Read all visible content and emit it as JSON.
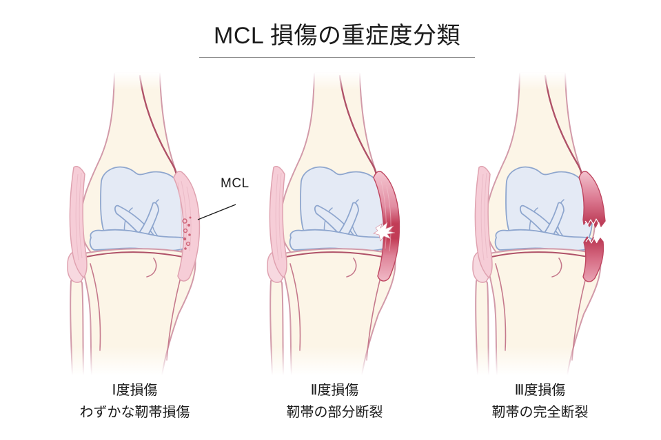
{
  "header": {
    "title": "MCL 損傷の重症度分類"
  },
  "annotation": {
    "mcl_label": "MCL"
  },
  "panels": [
    {
      "grade_label": "Ⅰ度損傷",
      "description": "わずかな靭帯損傷",
      "severity": "minor-ligament-damage"
    },
    {
      "grade_label": "Ⅱ度損傷",
      "description": "靭帯の部分断裂",
      "severity": "partial-tear"
    },
    {
      "grade_label": "Ⅲ度損傷",
      "description": "靭帯の完全断裂",
      "severity": "complete-tear"
    }
  ],
  "colors": {
    "background": "#ffffff",
    "title-text": "#1b1b1b",
    "underline": "#8f8f8f",
    "caption-text": "#1a1a1a",
    "pointer": "#1a1a1a",
    "bone-fill": "#FCF5E7",
    "bone-outline": "#D29AA9",
    "bone-ridge": "#AF5168",
    "bone-detail": "#C5798C",
    "cartilage-fill": "#E4EAF5",
    "cartilage-outline": "#8EA6CE",
    "ligament-pink": "#F6CDD7",
    "ligament-outline": "#DFA2B0",
    "ligament-stria": "#E9B9C5",
    "speckle-red": "#CE6478",
    "injury-red": "#C23C56",
    "injury-deep": "#B93550",
    "injury-light": "#F2BFCB",
    "injury-outline": "#BE4660"
  }
}
